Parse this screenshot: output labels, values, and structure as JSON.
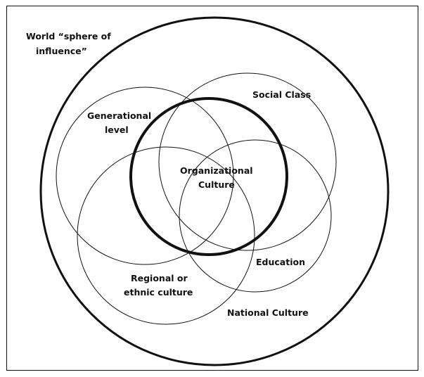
{
  "diagram": {
    "labels": {
      "world_line1": "World “sphere of",
      "world_line2": "influence”",
      "social_class": "Social Class",
      "generational_line1": "Generational",
      "generational_line2": "level",
      "organizational_line1": "Organizational",
      "organizational_line2": "Culture",
      "education": "Education",
      "regional_line1": "Regional or",
      "regional_line2": "ethnic culture",
      "national_culture": "National Culture"
    },
    "colors": {
      "stroke": "#111111",
      "background": "#ffffff"
    }
  }
}
